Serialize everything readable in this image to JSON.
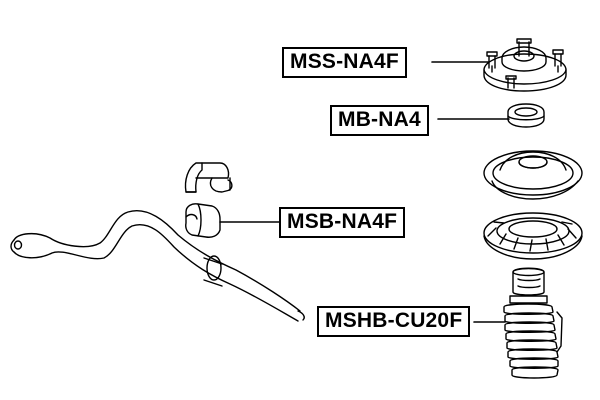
{
  "labels": {
    "mss": "MSS-NA4F",
    "mb": "MB-NA4",
    "msb": "MSB-NA4F",
    "mshb": "MSHB-CU20F"
  },
  "colors": {
    "ink": "#000000",
    "background": "#ffffff"
  }
}
